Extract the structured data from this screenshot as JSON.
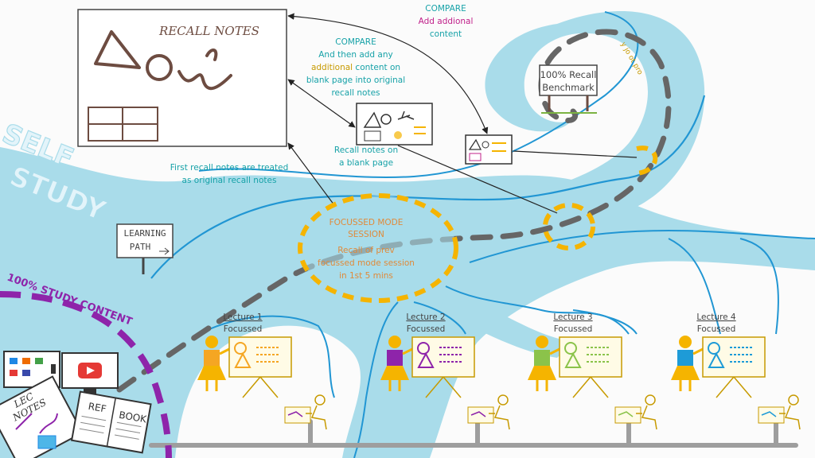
{
  "recall_box": {
    "title": "RECALL NOTES"
  },
  "self_study": [
    "SELF",
    "STUDY"
  ],
  "learning_path": [
    "LEARNING",
    "PATH"
  ],
  "benchmark": [
    "100% Recall",
    "Benchmark"
  ],
  "focus_session": {
    "title": [
      "FOCUSSED MODE",
      "SESSION"
    ],
    "body": [
      "Recall of prev",
      "focussed mode session",
      "in 1st 5 mins"
    ]
  },
  "annotations": {
    "compare1": {
      "line1": "COMPARE",
      "line2": "And then add any",
      "line3a": "additional ",
      "line3b": "content on",
      "line4": "blank page into original",
      "line5": "recall notes"
    },
    "compare2": {
      "line1": "COMPARE",
      "line2": "Add addional",
      "line3": "content"
    },
    "recall_blank": [
      "Recall notes on",
      "a blank page"
    ],
    "first_recall": [
      "First recall notes are treated",
      "as original recall notes"
    ]
  },
  "river_text": "y jo ot pro",
  "study_content": "100% STUDY CONTENT",
  "lectures": [
    {
      "name": "Lecture 1",
      "status": "Focussed",
      "color": "#f5a623"
    },
    {
      "name": "Lecture 2",
      "status": "Focussed",
      "color": "#8e24aa"
    },
    {
      "name": "Lecture 3",
      "status": "Focussed",
      "color": "#8bc34a"
    },
    {
      "name": "Lecture 4",
      "status": "Focussed",
      "color": "#1e9bd7"
    }
  ],
  "materials": {
    "lec_notes": [
      "LEC",
      "NOTES"
    ],
    "ref_book": [
      "REF",
      "BOOK"
    ]
  },
  "colors": {
    "river": "#a9dcea",
    "river_edge": "#2196d3",
    "path_dash": "#666666",
    "highlight": "#f5b400",
    "purple": "#8e24aa",
    "teal_text": "#17a2a8"
  }
}
